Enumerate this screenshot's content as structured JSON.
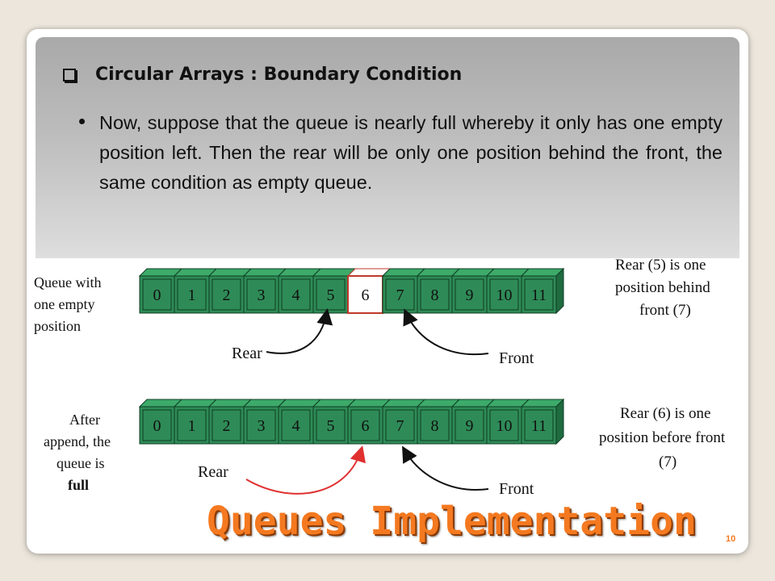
{
  "slide": {
    "heading": "Circular Arrays : Boundary Condition",
    "bullet": "Now, suppose that the queue is nearly full whereby it only has one empty position left. Then the rear will be only one position behind the front, the same condition as empty queue.",
    "title": "Queues Implementation",
    "page_number": "10"
  },
  "diagram": {
    "top": {
      "left_label": [
        "Queue with",
        "one empty",
        "position"
      ],
      "cells": [
        "0",
        "1",
        "2",
        "3",
        "4",
        "5",
        "6",
        "7",
        "8",
        "9",
        "10",
        "11"
      ],
      "empty_index": 6,
      "rear_label": "Rear",
      "front_label": "Front",
      "right_label": [
        "Rear (5) is one",
        "position behind",
        "front (7)"
      ]
    },
    "bottom": {
      "left_label": [
        "After",
        "append, the",
        "queue is",
        "full"
      ],
      "cells": [
        "0",
        "1",
        "2",
        "3",
        "4",
        "5",
        "6",
        "7",
        "8",
        "9",
        "10",
        "11"
      ],
      "rear_label": "Rear",
      "front_label": "Front",
      "right_label": [
        "Rear (6) is one",
        "position before front",
        "(7)"
      ]
    }
  },
  "colors": {
    "cell_fill": "#2e8b57",
    "cell_top": "#3daa6a",
    "cell_side": "#1f6b40",
    "empty_border": "#c0392b",
    "title": "#f47920",
    "red_arrow": "#e03030"
  }
}
